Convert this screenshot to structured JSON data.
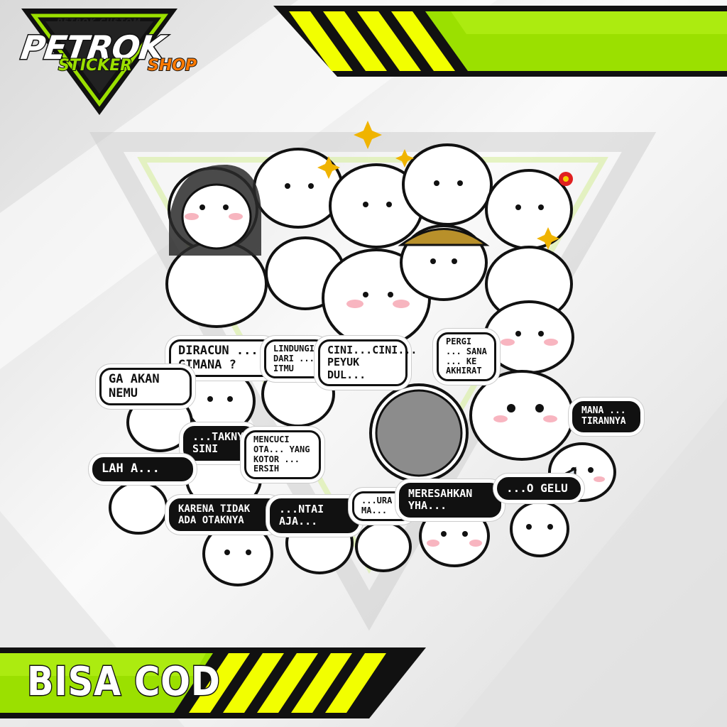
{
  "brand": {
    "tagline": "PETROK CUSTOM",
    "name": "PETROK",
    "sub_a": "STICKER",
    "sub_b": "SHOP",
    "colors": {
      "green": "#9be000",
      "yellow": "#f2ff00",
      "orange": "#ff7a00",
      "dark": "#111111"
    }
  },
  "banner": {
    "label": "BISA COD"
  },
  "stickers": [
    {
      "name": "diracun",
      "text": "DIRACUN ... GIMANA ?"
    },
    {
      "name": "lindungi",
      "text": "LINDUNGI DARI ... ITMU"
    },
    {
      "name": "cini",
      "text": "CINI...CINI... PEYUK DUL..."
    },
    {
      "name": "pergi",
      "text": "PERGI ... SANA ... KE AKHIRAT"
    },
    {
      "name": "ga-akan-nemu",
      "text": "GA AKAN NEMU"
    },
    {
      "name": "mana",
      "text": "MANA ... TIRANNYA"
    },
    {
      "name": "taknya-sini",
      "text": "...TAKNYA SINI"
    },
    {
      "name": "mencuci",
      "text": "MENCUCI OTA... YANG KOTOR ... ERSIH"
    },
    {
      "name": "lah",
      "text": "LAH A..."
    },
    {
      "name": "karena",
      "text": "KARENA TIDAK ADA OTAKNYA"
    },
    {
      "name": "santai",
      "text": "...NTAI AJA..."
    },
    {
      "name": "pura",
      "text": "...URA MA..."
    },
    {
      "name": "meresahkan",
      "text": "MERESAHKAN YHA..."
    },
    {
      "name": "gelu",
      "text": "...O GELU"
    }
  ],
  "icons": [
    "logo-triangle-icon",
    "sparkle-icon",
    "flower-icon",
    "megaphone-icon",
    "money-bag-icon",
    "phone-icon",
    "helmet-icon"
  ]
}
